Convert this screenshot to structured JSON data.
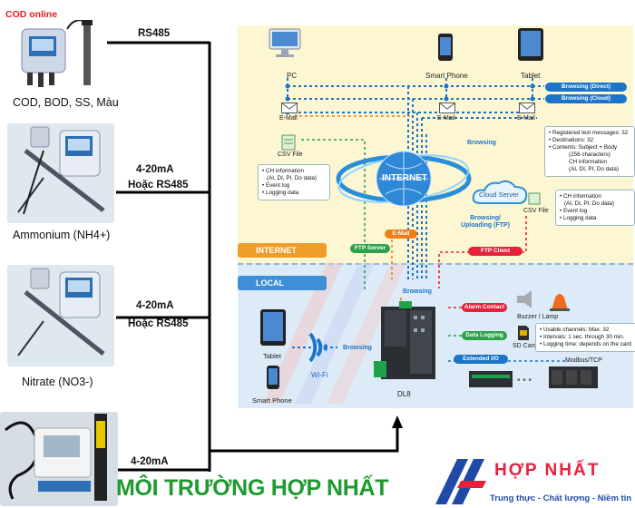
{
  "sensors": {
    "cod_online": "COD online",
    "cod_caption": "COD, BOD, SS, Màu",
    "ammonium_caption": "Ammonium (NH4+)",
    "nitrate_caption": "Nitrate (NO3-)"
  },
  "links": {
    "rs485": "RS485",
    "ma_1": "4-20mA",
    "or_rs485_1": "Hoặc RS485",
    "ma_2": "4-20mA",
    "or_rs485_2": "Hoặc RS485",
    "ma_3": "4-20mA"
  },
  "network": {
    "devices": {
      "pc": "PC",
      "smart_phone": "Smart Phone",
      "tablet": "Tablet"
    },
    "browsing_direct": "Browsing (Direct)",
    "browsing_cloud": "Browsing (Cloud)",
    "email": "E-Mail",
    "csv_file": "CSV File",
    "browsing": "Browsing",
    "internet_cloud": "INTERNET",
    "cloud_server": "Cloud Server",
    "csv_file_2": "CSV File",
    "email_box": "E-Mail",
    "ftp_server": "FTP Server",
    "ftp_client": "FTP Client",
    "browsing_uploading": "Browsing/ Uploading (FTP)",
    "internet_label": "INTERNET",
    "local_label": "LOCAL",
    "browsing_local": "Browsing",
    "alarm_contact": "Alarm Contact",
    "buzzer_lamp": "Buzzer / Lamp",
    "data_logging": "Data Logging",
    "sd_card": "SD Card",
    "extended_io": "Extended I/O",
    "modbus_tcp": "Modbus/TCP",
    "tablet_local": "Tablet",
    "smart_phone_local": "Smart Phone",
    "wifi": "Wi-Fi",
    "browsing_wifi": "Browsing",
    "dl8": "DL8",
    "email_info": [
      "• Registered text messages: 32",
      "• Destinations: 32",
      "• Contents: Subject + Body",
      "(256 characters)",
      "CH information",
      "(AI, DI, PI, Do data)"
    ],
    "csv_info": [
      "• CH information",
      "(AI, DI, PI, Do data)",
      "• Event log",
      "• Logging data"
    ],
    "ftp_info": [
      "• CH information",
      "(AI, DI, PI, Do data)",
      "• Event log",
      "• Logging data"
    ],
    "sd_info": [
      "• Usable channels: Max. 32",
      "• Intervals: 1 sec. through 30 min.",
      "• Logging time: depends on the card"
    ]
  },
  "footer": {
    "title": "MÔI TRƯỜNG HỢP NHẤT",
    "brand": "HỢP NHẤT",
    "slogan": "Trung thực - Chất lượng - Niềm tin"
  },
  "colors": {
    "blue": "#1a75c9",
    "green": "#2aa24a",
    "orange": "#ef7d1a",
    "red": "#e4233a",
    "internet_bg": "#fdf6d2",
    "local_bg": "#dcebf7",
    "title_green": "#1e9a2e"
  }
}
